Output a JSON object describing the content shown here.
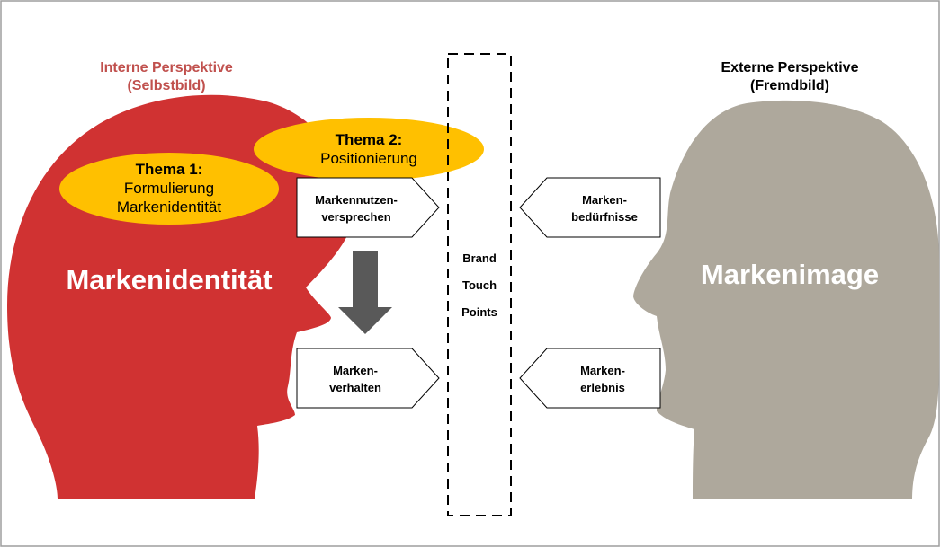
{
  "colors": {
    "internal_red": "#D03232",
    "internal_label_red": "#C0504D",
    "external_gray": "#AEA89C",
    "theme_yellow": "#FFC000",
    "arrow_dark": "#595959",
    "border_gray": "#9E9E9E"
  },
  "internal": {
    "perspective_line1": "Interne Perspektive",
    "perspective_line2": "(Selbstbild)",
    "head_label": "Markenidentität"
  },
  "external": {
    "perspective_line1": "Externe Perspektive",
    "perspective_line2": "(Fremdbild)",
    "head_label": "Markenimage"
  },
  "themes": {
    "theme1": {
      "title": "Thema 1:",
      "line1": "Formulierung",
      "line2": "Markenidentität"
    },
    "theme2": {
      "title": "Thema 2:",
      "line1": "Positionierung"
    }
  },
  "arrows": {
    "promise": {
      "line1": "Markennutzen-",
      "line2": "versprechen"
    },
    "behavior": {
      "line1": "Marken-",
      "line2": "verhalten"
    },
    "needs": {
      "line1": "Marken-",
      "line2": "bedürfnisse"
    },
    "experience": {
      "line1": "Marken-",
      "line2": "erlebnis"
    }
  },
  "touchpoints": {
    "line1": "Brand",
    "line2": "Touch",
    "line3": "Points"
  }
}
